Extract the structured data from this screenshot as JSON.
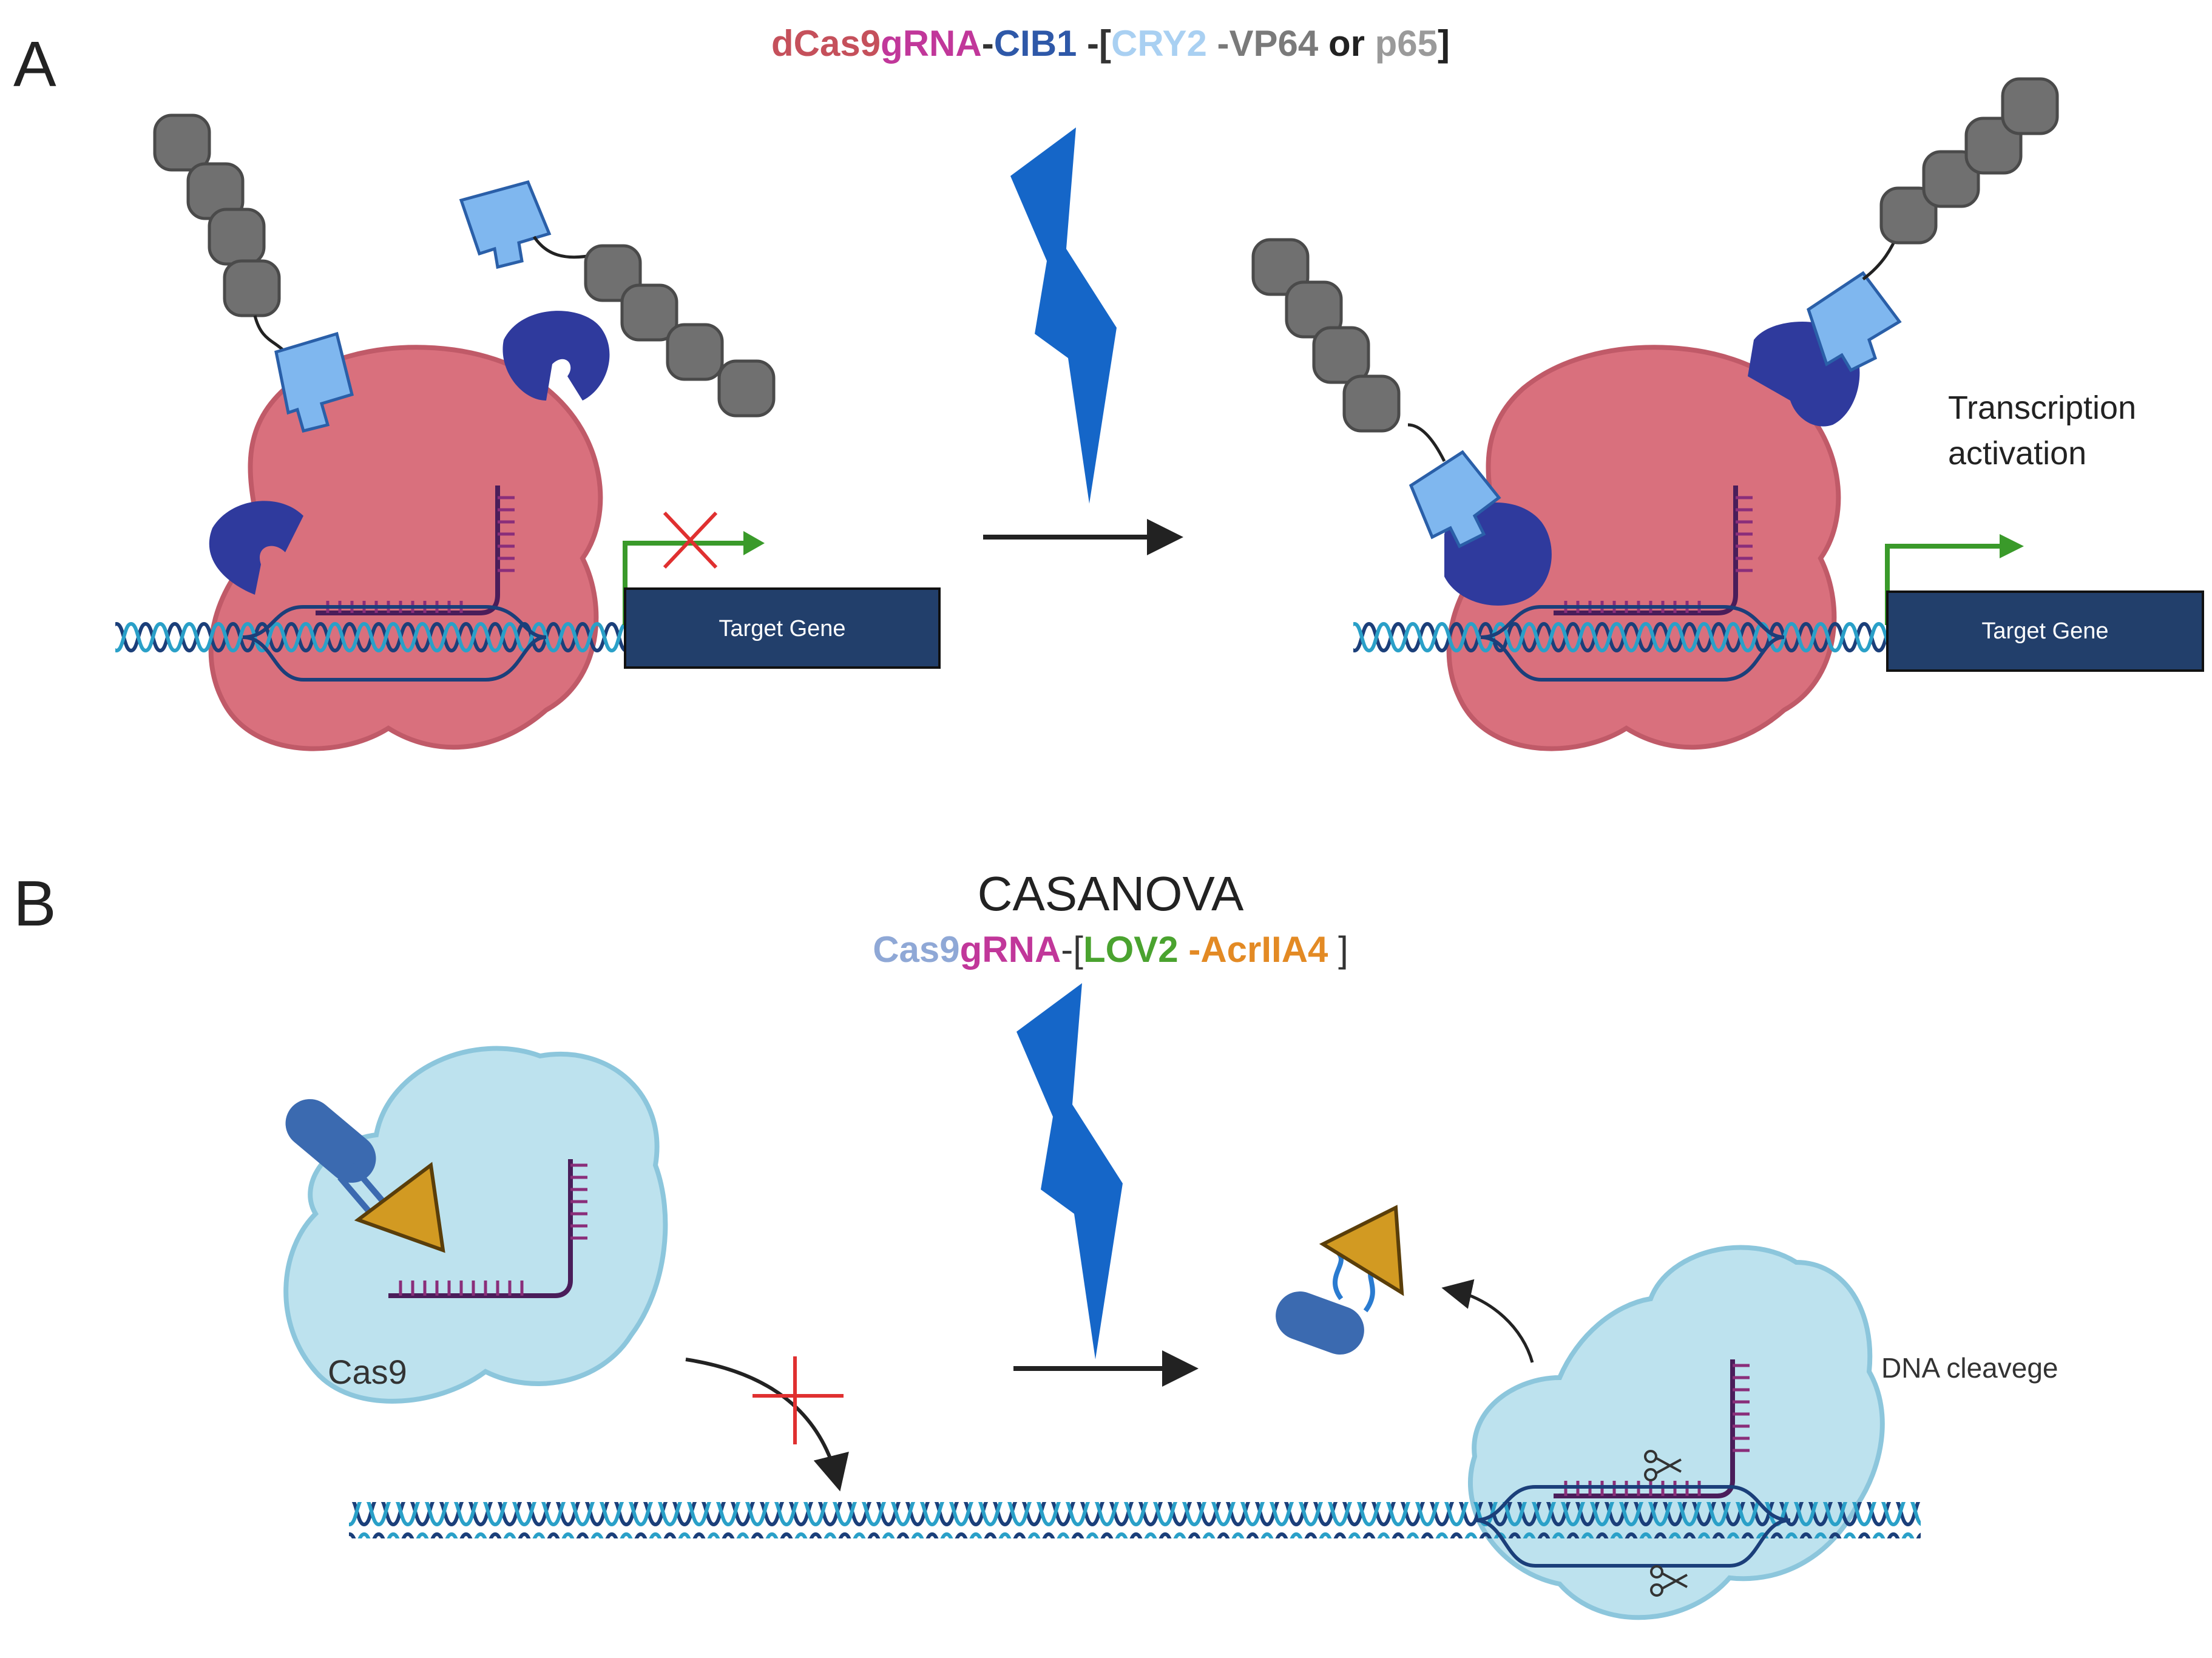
{
  "panelA": {
    "letter": "A",
    "construct": {
      "p1": "dCas9",
      "p2": "gRNA",
      "d1": "-",
      "p3": "CIB1",
      "d2": " -[",
      "p4": "CRY2",
      "d3": " -",
      "p5": "VP64",
      "p6": " or ",
      "p7": "p65",
      "p8": "]"
    },
    "target_gene_left": "Target Gene",
    "target_gene_right": "Target Gene",
    "outcome_line1": "Transcription",
    "outcome_line2": "activation"
  },
  "panelB": {
    "letter": "B",
    "title": "CASANOVA",
    "construct": {
      "p1": "Cas9",
      "p2": "gRNA",
      "d1": "-[",
      "p3": "LOV2",
      "d2": " -",
      "p4": "AcrIIA4",
      "p5": " ]"
    },
    "cas9_label": "Cas9",
    "outcome": "DNA cleavege"
  },
  "colors": {
    "dcas9": "#c5505b",
    "gRNA": "#c1379a",
    "cib1": "#2e58a8",
    "cry2": "#a9d0f2",
    "vp64": "#7a7a7a",
    "cas9_text": "#8fa8d6",
    "lov2": "#4aa32f",
    "acr": "#e38a24",
    "lightning": "#1566c8",
    "protein_pink": "#d9707d",
    "protein_blue": "#bde2ee",
    "gene_box": "#223f6b",
    "promoter_arrow": "#3a9a2a",
    "block_x": "#e03030"
  }
}
